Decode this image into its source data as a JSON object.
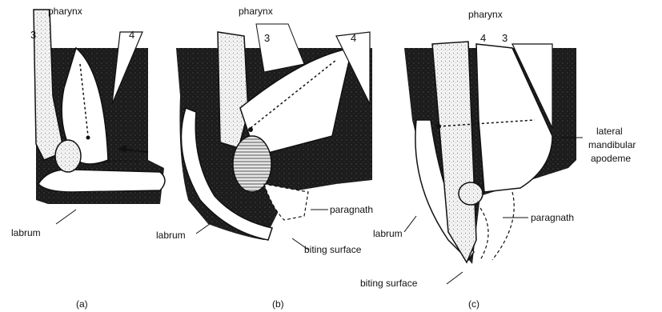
{
  "panels": [
    {
      "caption": "(a)",
      "labels": {
        "pharynx": "pharynx",
        "n3": "3",
        "n4": "4",
        "labrum": "labrum"
      }
    },
    {
      "caption": "(b)",
      "labels": {
        "pharynx": "pharynx",
        "n3": "3",
        "n4": "4",
        "paragnath": "paragnath",
        "labrum": "labrum",
        "biting_surface": "biting surface"
      }
    },
    {
      "caption": "(c)",
      "labels": {
        "pharynx": "pharynx",
        "n4": "4",
        "n3": "3",
        "lateral_line1": "lateral",
        "lateral_line2": "mandibular",
        "lateral_line3": "apodeme",
        "paragnath": "paragnath",
        "labrum": "labrum",
        "biting_surface": "biting surface"
      }
    }
  ],
  "colors": {
    "ink": "#111111",
    "dark_tissue": "#1c1c1c",
    "stipple": "#d8d8d8"
  }
}
